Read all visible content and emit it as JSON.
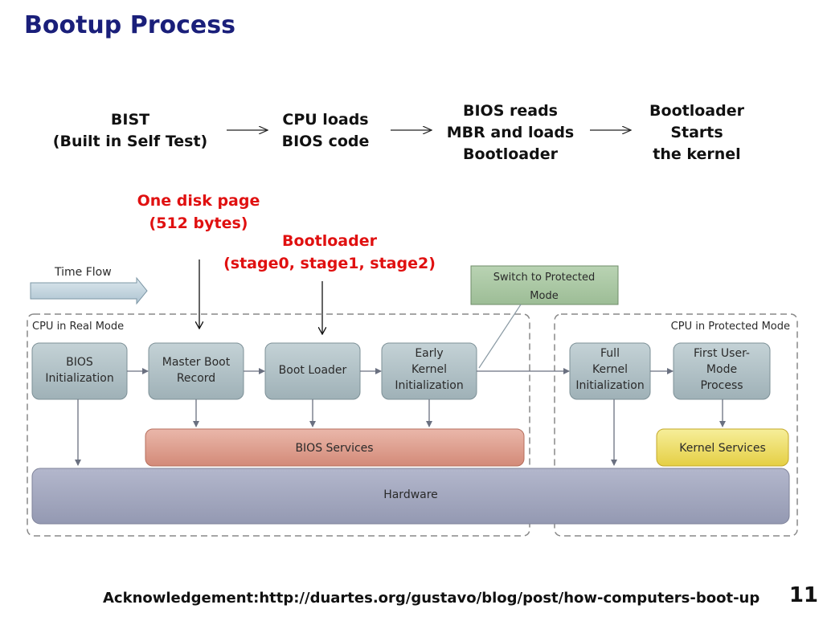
{
  "title": "Bootup Process",
  "flow": [
    {
      "lines": [
        "BIST",
        "(Built in Self Test)"
      ]
    },
    {
      "lines": [
        "CPU loads",
        "BIOS code"
      ]
    },
    {
      "lines": [
        "BIOS reads",
        "MBR and loads",
        "Bootloader"
      ]
    },
    {
      "lines": [
        "Bootloader",
        "Starts",
        "the kernel"
      ]
    }
  ],
  "notes": {
    "disk_page": [
      "One disk page",
      "(512 bytes)"
    ],
    "bootloader": [
      "Bootloader",
      "(stage0, stage1, stage2)"
    ]
  },
  "diagram": {
    "time_flow": "Time Flow",
    "switch": [
      "Switch to Protected",
      "Mode"
    ],
    "real_mode": "CPU in Real Mode",
    "protected_mode": "CPU in Protected Mode",
    "boxes": {
      "bios_init": [
        "BIOS",
        "Initialization"
      ],
      "mbr": [
        "Master Boot",
        "Record"
      ],
      "boot_loader": [
        "Boot Loader"
      ],
      "early_kernel": [
        "Early",
        "Kernel",
        "Initialization"
      ],
      "full_kernel": [
        "Full",
        "Kernel",
        "Initialization"
      ],
      "first_user": [
        "First User-",
        "Mode",
        "Process"
      ]
    },
    "bios_services": "BIOS Services",
    "kernel_services": "Kernel Services",
    "hardware": "Hardware"
  },
  "acknowledgement": "Acknowledgement:http://duartes.org/gustavo/blog/post/how-computers-boot-up",
  "page_number": "11"
}
